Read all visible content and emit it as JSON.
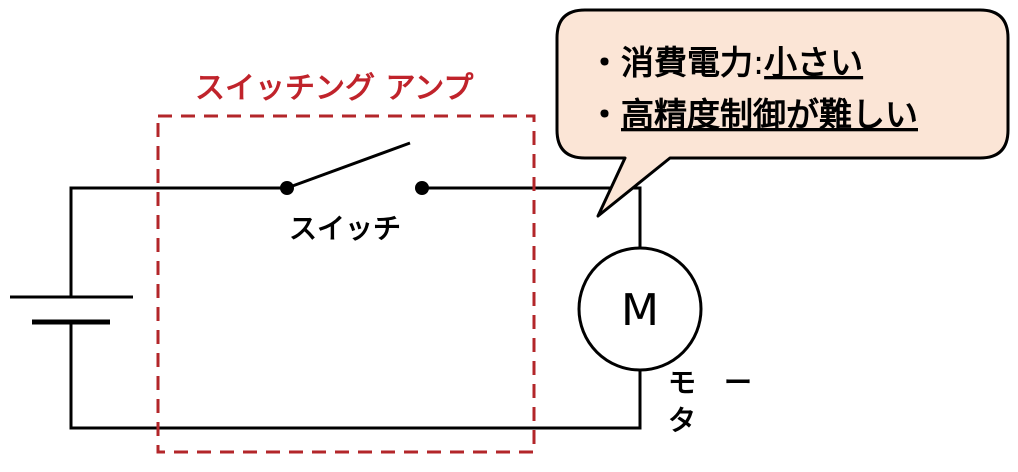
{
  "amplifier": {
    "label": "スイッチング アンプ"
  },
  "switch": {
    "label": "スイッチ"
  },
  "motor": {
    "symbol": "M",
    "label_top": "モ　ー",
    "label_bottom": "タ"
  },
  "callout": {
    "bullet_1_label": "消費電力",
    "bullet_1_sep": ":",
    "bullet_1_value": "小さい",
    "bullet_2": "高精度制御が難しい",
    "bullet_char": "・"
  },
  "colors": {
    "amplifier_border": "#b3262a",
    "amplifier_text": "#c0232b",
    "callout_fill": "#fbe5d6"
  }
}
